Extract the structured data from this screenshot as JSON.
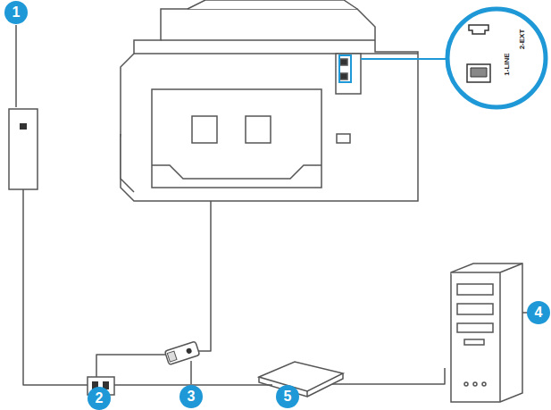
{
  "diagram": {
    "labels": [
      "1",
      "2",
      "3",
      "4",
      "5",
      "2-EXT",
      "1-LINE"
    ]
  }
}
